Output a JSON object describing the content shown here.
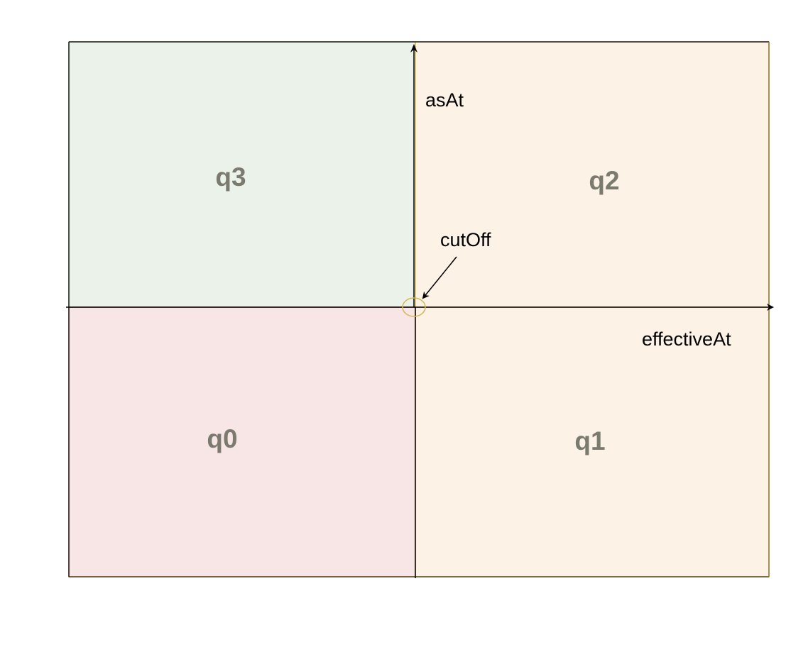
{
  "colors": {
    "q0_fill": "#f8e6e7",
    "q0_stroke": "#b85450",
    "q1_fill": "#fdf2e6",
    "q1_stroke": "#d6b656",
    "q2_fill": "#fdf2e6",
    "q2_stroke": "#d6b656",
    "q3_fill": "#ebf2ea",
    "q3_stroke": "#82b366",
    "quadrant_label": "#7a7a6e",
    "axis": "#000000",
    "cutoff_marker": "#d6b656"
  },
  "quadrants": {
    "q0": "q0",
    "q1": "q1",
    "q2": "q2",
    "q3": "q3"
  },
  "axes": {
    "y_label": "asAt",
    "x_label": "effectiveAt"
  },
  "annotations": {
    "cutoff": "cutOff"
  }
}
